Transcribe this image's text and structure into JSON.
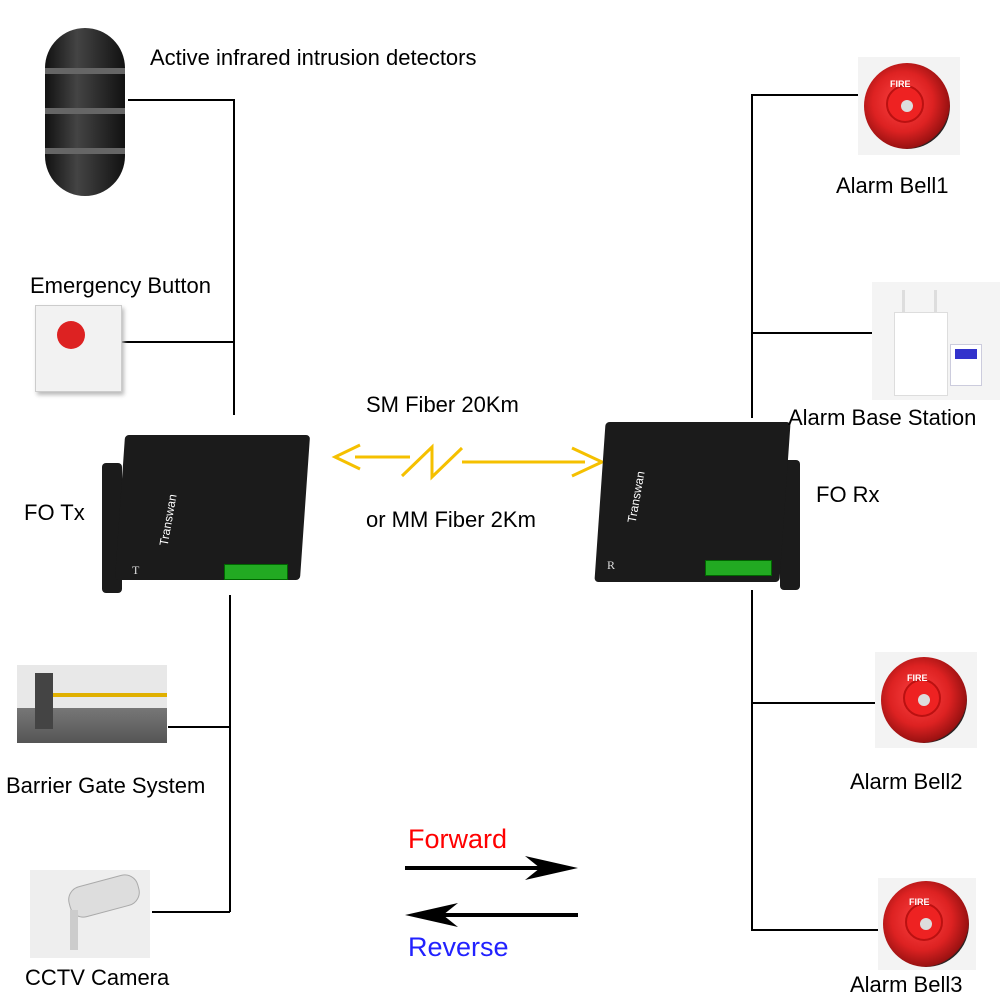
{
  "labels": {
    "detector": "Active infrared intrusion detectors",
    "emergency": "Emergency Button",
    "fo_tx": "FO Tx",
    "barrier": "Barrier Gate System",
    "cctv": "CCTV Camera",
    "sm_fiber": "SM Fiber 20Km",
    "mm_fiber": "or MM Fiber 2Km",
    "forward": "Forward",
    "reverse": "Reverse",
    "bell1": "Alarm Bell1",
    "base_station": "Alarm Base Station",
    "fo_rx": "FO Rx",
    "bell2": "Alarm Bell2",
    "bell3": "Alarm Bell3"
  },
  "device": {
    "brand": "Transwan",
    "tx_mark": "T",
    "rx_mark": "R"
  },
  "bell_text": "FIRE",
  "colors": {
    "forward": "#ff0000",
    "reverse": "#2222ff",
    "fiber": "#f5c000",
    "wire": "#000000"
  }
}
